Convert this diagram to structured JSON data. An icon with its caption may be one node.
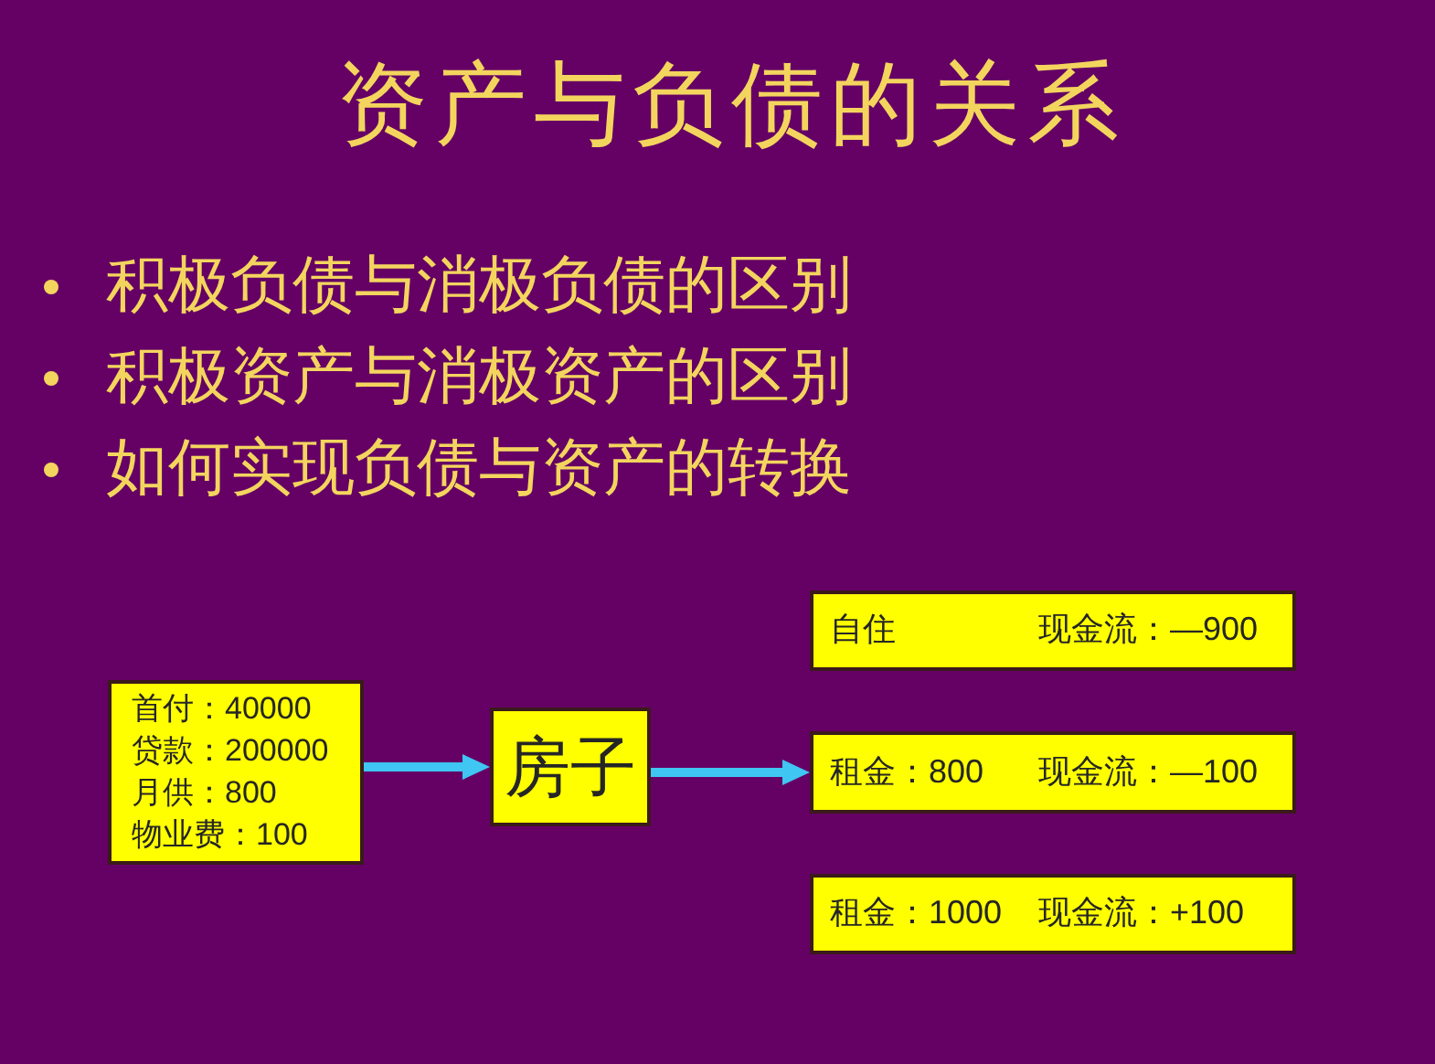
{
  "diagram": {
    "title": "资产与负债的关系",
    "nodes": [
      {
        "text": [
          "首付：40000",
          "贷款：200000",
          "月供：800",
          "物业费：100"
        ]
      },
      {
        "text": [
          "房子"
        ]
      },
      {
        "text": [
          "自住",
          "现金流：—900"
        ]
      },
      {
        "text": [
          "租金：800",
          "现金流：—100"
        ]
      },
      {
        "text": [
          "租金：1000",
          "现金流：+100"
        ]
      }
    ],
    "edges": [
      {
        "from": 0,
        "to": 1,
        "arrow": "to"
      },
      {
        "from": 1,
        "to": 3,
        "arrow": "to"
      }
    ],
    "labels": [
      "积极负债与消极负债的区别",
      "积极资产与消极资产的区别",
      "如何实现负债与资产的转换"
    ]
  }
}
